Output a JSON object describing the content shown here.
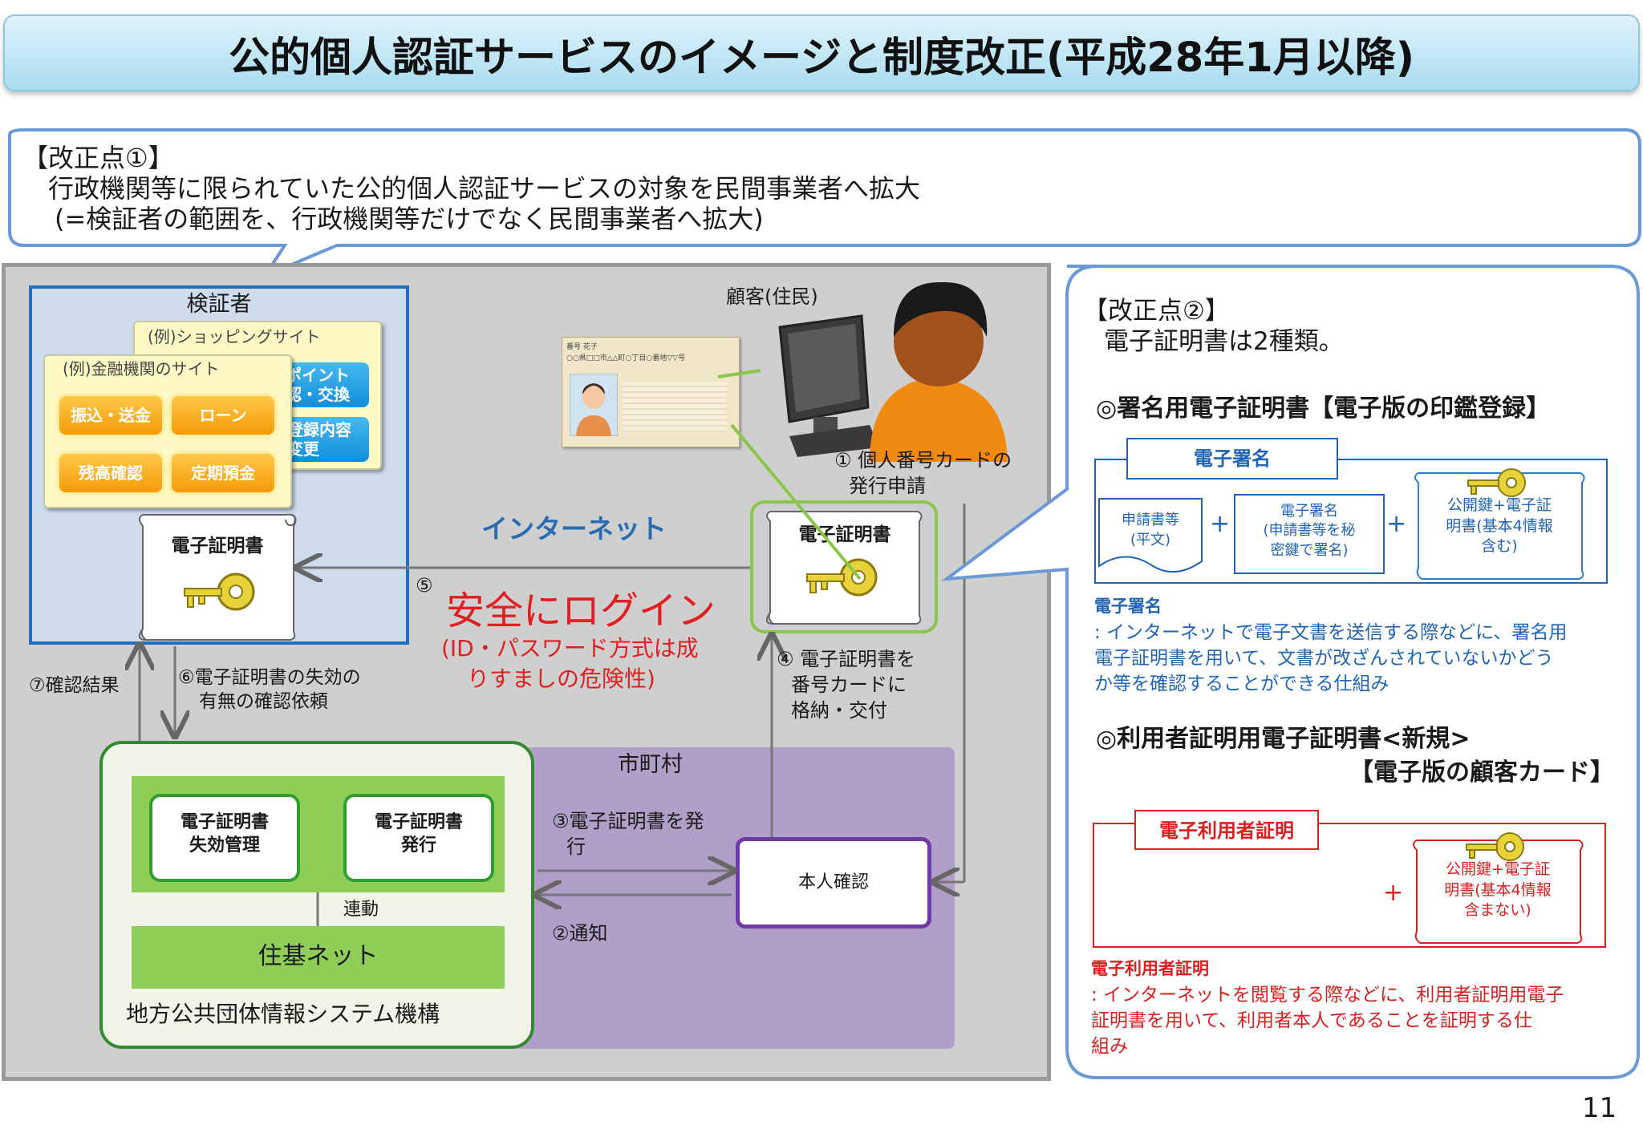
{
  "title": "公的個人認証サービスのイメージと制度改正(平成28年1月以降)",
  "callout1": {
    "heading": "【改正点①】",
    "line1": "行政機関等に限られていた公的個人認証サービスの対象を民間事業者へ拡大",
    "line2": "(=検証者の範囲を、行政機関等だけでなく民間事業者へ拡大)"
  },
  "verifier": {
    "title": "検証者",
    "shop_site": "(例)ショッピングサイト",
    "shop_btn1": "ポイント\n認・交換",
    "shop_btn2": "登録内容\n変更",
    "bank_site": "(例)金融機関のサイト",
    "bank_buttons": [
      "振込・送金",
      "ローン",
      "残高確認",
      "定期預金"
    ],
    "cert_label": "電子証明書"
  },
  "customer": {
    "label": "顧客(住民)",
    "card_name_field": "番号 花子",
    "card_address_field": "○○県□□市△△町○丁目○番地▽▽号"
  },
  "flow": {
    "internet": "インターネット",
    "step5": "⑤",
    "safe_login": "安全にログイン",
    "safe_note1": "(ID・パスワード方式は成",
    "safe_note2": "りすましの危険性)",
    "step1_1": "① 個人番号カードの",
    "step1_2": "発行申請",
    "user_cert": "電子証明書",
    "step4_1": "④ 電子証明書を",
    "step4_2": "番号カードに",
    "step4_3": "格納・交付",
    "step7": "⑦確認結果",
    "step6_1": "⑥電子証明書の失効の",
    "step6_2": "有無の確認依頼",
    "step3_1": "③電子証明書を発",
    "step3_2": "行",
    "step2": "②通知",
    "renkei": "連動"
  },
  "municipality": {
    "label": "市町村",
    "honnin": "本人確認"
  },
  "jlis": {
    "revoke": "電子証明書\n失効管理",
    "issue": "電子証明書\n発行",
    "juki": "住基ネット",
    "name": "地方公共団体情報システム機構"
  },
  "callout2": {
    "heading": "【改正点②】",
    "line1": "電子証明書は2種類。",
    "sign_title": "◎署名用電子証明書【電子版の印鑑登録】",
    "sign_tab": "電子署名",
    "sign_doc": "申請書等\n(平文)",
    "sign_mid": "電子署名\n(申請書等を秘\n密鍵で署名)",
    "sign_key": "公開鍵+電子証\n明書(基本4情報\n含む)",
    "plus": "+",
    "sign_desc_title": "電子署名",
    "sign_desc_1": ": インターネットで電子文書を送信する際などに、署名用",
    "sign_desc_2": "電子証明書を用いて、文書が改ざんされていないかどう",
    "sign_desc_3": "か等を確認することができる仕組み",
    "user_title": "◎利用者証明用電子証明書<新規>",
    "user_sub": "【電子版の顧客カード】",
    "user_tab": "電子利用者証明",
    "user_key": "公開鍵+電子証\n明書(基本4情報\n含まない)",
    "user_desc_title": "電子利用者証明",
    "user_desc_1": ": インターネットを閲覧する際などに、利用者証明用電子",
    "user_desc_2": "証明書を用いて、利用者本人であることを証明する仕",
    "user_desc_3": "組み"
  },
  "page_number": "11",
  "colors": {
    "accent_blue": "#1f64b5",
    "accent_red": "#e02020",
    "jlis_green": "#2f8d2f",
    "municipality_purple": "#b09fc8"
  }
}
